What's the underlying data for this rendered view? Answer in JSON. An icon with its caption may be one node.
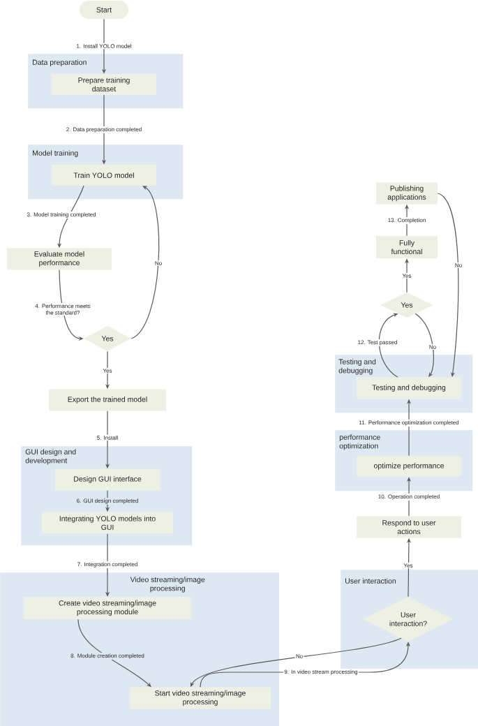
{
  "diagram": {
    "nodes": [
      {
        "text": [
          "Start"
        ]
      },
      {
        "text": [
          "Data preparation"
        ]
      },
      {
        "text": [
          "Prepare training dataset"
        ],
        "in": 1
      },
      {
        "text": [
          "Model training"
        ]
      },
      {
        "text": [
          "Train YOLO model"
        ],
        "in": 3
      },
      {
        "text": [
          "Evaluate model performance"
        ]
      },
      {
        "text": [
          "Yes"
        ]
      },
      {
        "text": [
          "Export the trained model"
        ]
      },
      {
        "text": [
          "GUI design and development"
        ]
      },
      {
        "text": [
          "Design GUI interface"
        ],
        "in": 8
      },
      {
        "text": [
          "Integrating YOLO models into GUI"
        ],
        "in": 8
      },
      {
        "text": [
          "Video streaming/image processing"
        ]
      },
      {
        "text": [
          "Create video streaming/image processing module"
        ],
        "in": 11
      },
      {
        "text": [
          "Start video streaming/image processing"
        ],
        "in": 11
      },
      {
        "text": [
          "User interaction"
        ]
      },
      {
        "text": [
          "User interaction?"
        ],
        "in": 14
      },
      {
        "text": [
          "Respond to user actions"
        ]
      },
      {
        "text": [
          "performance optimization"
        ]
      },
      {
        "text": [
          "optimize performance"
        ],
        "in": 17
      },
      {
        "text": [
          "Testing and debugging"
        ]
      },
      {
        "text": [
          "Testing and debugging"
        ],
        "in": 19
      },
      {
        "text": [
          "Yes"
        ]
      },
      {
        "text": [
          "Fully functional"
        ]
      },
      {
        "text": [
          "Publishing applications"
        ]
      }
    ],
    "edges": [
      {
        "from": 0,
        "to": 2,
        "arrow": "to",
        "label": "1. Install YOLO model"
      },
      {
        "from": 2,
        "to": 4,
        "arrow": "to",
        "label": "2. Data preparation completed"
      },
      {
        "from": 4,
        "to": 5,
        "arrow": "to",
        "label": "3. Model training completed"
      },
      {
        "from": 5,
        "to": 6,
        "arrow": "to",
        "label": "4. Performance meets the standard?"
      },
      {
        "from": 6,
        "to": 4,
        "arrow": "to",
        "label": "No"
      },
      {
        "from": 6,
        "to": 7,
        "arrow": "to",
        "label": "Yes"
      },
      {
        "from": 7,
        "to": 9,
        "arrow": "to",
        "label": "5. Install"
      },
      {
        "from": 9,
        "to": 10,
        "arrow": "to",
        "label": "6. GUI design completed"
      },
      {
        "from": 10,
        "to": 12,
        "arrow": "to",
        "label": "7. Integration completed"
      },
      {
        "from": 12,
        "to": 13,
        "arrow": "to",
        "label": "8. Module creation completed"
      },
      {
        "from": 13,
        "to": 15,
        "arrow": "to",
        "label": "9. In video stream processing"
      },
      {
        "from": 15,
        "to": 13,
        "arrow": "to",
        "label": "No"
      },
      {
        "from": 15,
        "to": 16,
        "arrow": "to",
        "label": "Yes"
      },
      {
        "from": 16,
        "to": 18,
        "arrow": "to",
        "label": "10. Operation completed"
      },
      {
        "from": 18,
        "to": 20,
        "arrow": "to",
        "label": "11. Performance optimization completed"
      },
      {
        "from": 20,
        "to": 21,
        "arrow": "to",
        "label": "12. Test passed"
      },
      {
        "from": 21,
        "to": 20,
        "arrow": "to",
        "label": "No"
      },
      {
        "from": 21,
        "to": 22,
        "arrow": "to",
        "label": "Yes"
      },
      {
        "from": 22,
        "to": 23,
        "arrow": "to",
        "label": "13. Completion"
      },
      {
        "from": 23,
        "to": 20,
        "arrow": "to",
        "label": "No"
      }
    ]
  }
}
